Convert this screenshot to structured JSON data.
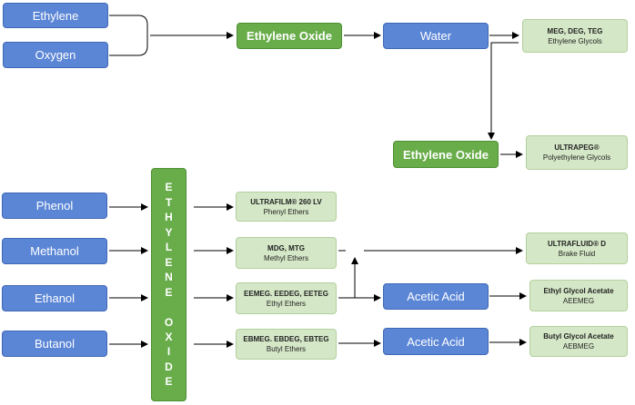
{
  "inputs": {
    "ethylene": "Ethylene",
    "oxygen": "Oxygen",
    "phenol": "Phenol",
    "methanol": "Methanol",
    "ethanol": "Ethanol",
    "butanol": "Butanol"
  },
  "reactants": {
    "ethylene_oxide_1": "Ethylene Oxide",
    "water": "Water",
    "ethylene_oxide_2": "Ethylene Oxide",
    "acetic_acid_1": "Acetic Acid",
    "acetic_acid_2": "Acetic Acid",
    "vertical_eo_letters": [
      "E",
      "T",
      "H",
      "Y",
      "L",
      "E",
      "N",
      "E",
      "",
      "O",
      "X",
      "I",
      "D",
      "E"
    ]
  },
  "products": {
    "glycols": {
      "title": "MEG, DEG, TEG",
      "subtitle": "Ethylene Glycols"
    },
    "ultrapeg": {
      "title": "ULTRAPEG®",
      "subtitle": "Polyethylene Glycols"
    },
    "ultrafilm": {
      "title": "ULTRAFILM® 260 LV",
      "subtitle": "Phenyl Ethers"
    },
    "methyl": {
      "title": "MDG, MTG",
      "subtitle": "Methyl Ethers"
    },
    "ultrafluid": {
      "title": "ULTRAFLUID® D",
      "subtitle": "Brake Fluid"
    },
    "ethyl": {
      "title": "EEMEG. EEDEG, EETEG",
      "subtitle": "Ethyl Ethers"
    },
    "aeemeg": {
      "title": "Ethyl Glycol Acetate",
      "subtitle": "AEEMEG"
    },
    "butyl": {
      "title": "EBMEG. EBDEG, EBTEG",
      "subtitle": "Butyl Ethers"
    },
    "aebmeg": {
      "title": "Butyl Glycol Acetate",
      "subtitle": "AEBMEG"
    }
  },
  "colors": {
    "blue_box": "#5b86d6",
    "green_box": "#69ad4b",
    "light_green_box": "#d4e7c6",
    "line": "#000000"
  }
}
